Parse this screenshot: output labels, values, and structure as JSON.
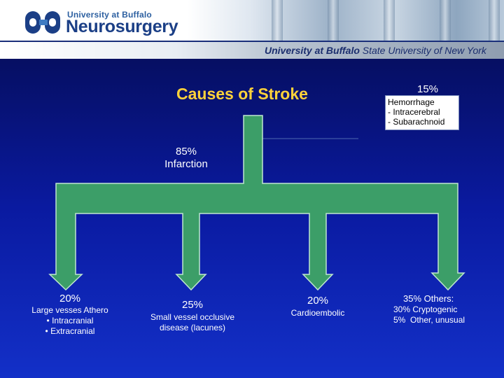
{
  "header": {
    "logo_university": "University at Buffalo",
    "logo_department": "Neurosurgery",
    "bar_ub": "University at Buffalo",
    "bar_suny": "State University of New York"
  },
  "colors": {
    "title": "#ffd23a",
    "branch_fill": "#3c9e68",
    "branch_outline": "#bfe6cf",
    "background_top": "#040a4a",
    "background_bottom": "#1330c8"
  },
  "diagram": {
    "title": "Causes of Stroke",
    "hemorrhage": {
      "percent": "15%",
      "label": "Hemorrhage",
      "subtypes": [
        "- Intracerebral",
        "- Subarachnoid"
      ]
    },
    "infarction": {
      "percent": "85%",
      "label": "Infarction"
    },
    "branches": [
      {
        "percent": "20%",
        "lines": [
          "Large vesses Athero",
          "• Intracranial",
          "• Extracranial"
        ]
      },
      {
        "percent": "25%",
        "lines": [
          "Small vessel occlusive",
          "disease (lacunes)"
        ]
      },
      {
        "percent": "20%",
        "lines": [
          "Cardioembolic"
        ]
      },
      {
        "percent": "35%",
        "heading": "Others:",
        "lines": [
          "30% Cryptogenic",
          "5%  Other, unusual"
        ]
      }
    ]
  }
}
